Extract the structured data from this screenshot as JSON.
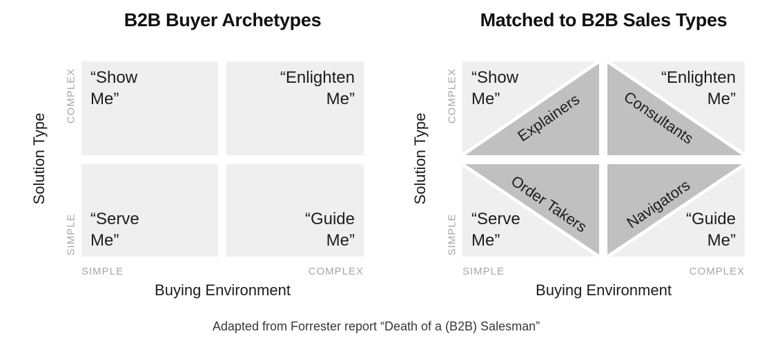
{
  "caption": "Adapted from Forrester report “Death of a (B2B) Salesman”",
  "colors": {
    "background": "#ffffff",
    "quadrant_fill": "#efefef",
    "triangle_fill": "#c0c0c0",
    "divider": "#ffffff",
    "tick_label": "#a6a6a6",
    "text": "#1b1b1b"
  },
  "left_chart": {
    "title": "B2B Buyer Archetypes",
    "y_axis_title": "Solution Type",
    "y_tick_top": "COMPLEX",
    "y_tick_bottom": "SIMPLE",
    "x_tick_left": "SIMPLE",
    "x_tick_right": "COMPLEX",
    "x_axis_title": "Buying Environment",
    "quadrants": {
      "top_left": "“Show\nMe”",
      "top_right": "“Enlighten\nMe”",
      "bottom_left": "“Serve\nMe”",
      "bottom_right": "“Guide\nMe”"
    }
  },
  "right_chart": {
    "title": "Matched to B2B Sales Types",
    "y_axis_title": "Solution Type",
    "y_tick_top": "COMPLEX",
    "y_tick_bottom": "SIMPLE",
    "x_tick_left": "SIMPLE",
    "x_tick_right": "COMPLEX",
    "x_axis_title": "Buying Environment",
    "quadrants": {
      "top_left": "“Show\nMe”",
      "top_right": "“Enlighten\nMe”",
      "bottom_left": "“Serve\nMe”",
      "bottom_right": "“Guide\nMe”"
    },
    "sales_types": {
      "top_left": "Explainers",
      "top_right": "Consultants",
      "bottom_left": "Order Takers",
      "bottom_right": "Navigators"
    }
  }
}
